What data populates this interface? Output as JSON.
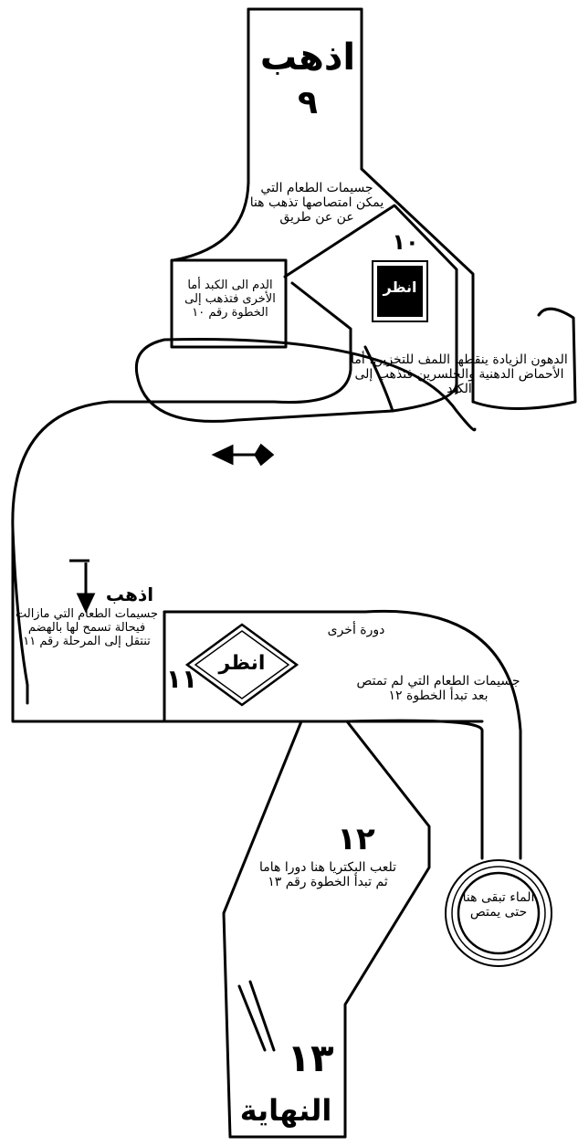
{
  "step9": {
    "title": "اذهب",
    "number": "٩"
  },
  "step9_text": "جسيمات الطعام التي يمكن امتصاصها تذهب هنا عن عن طريق",
  "liver_box": "الدم الى الكبد أما الأخرى فتذهب إلى الخطوة رقم ١٠",
  "step10": {
    "number": "١٠",
    "label": "انظر"
  },
  "fats_text": "الدهون الزيادة ينقطها اللمف للتخزين، أما الأحماض الدهنية والجلسرين فتذهب إلى الكبد",
  "go_left": {
    "title": "اذهب",
    "text": "جسيمات الطعام التي مازالت فيحالة تسمح لها بالهضم تنتقل إلى المرحلة رقم ١١"
  },
  "another_cycle": "دورة أخرى",
  "step11": {
    "number": "١١",
    "label": "انظر"
  },
  "unabsorbed_text": "جسيمات الطعام التي لم تمتص بعد تبدأ الخطوة ١٢",
  "step12": {
    "number": "١٢",
    "text": "تلعب البكتريا هنا دورا هاما ثم تبدأ الخطوة رقم ١٣"
  },
  "remaining_water": "الماء تبقى هنا حتى يمتص",
  "step13": {
    "number": "١٣",
    "label": "النهاية"
  }
}
